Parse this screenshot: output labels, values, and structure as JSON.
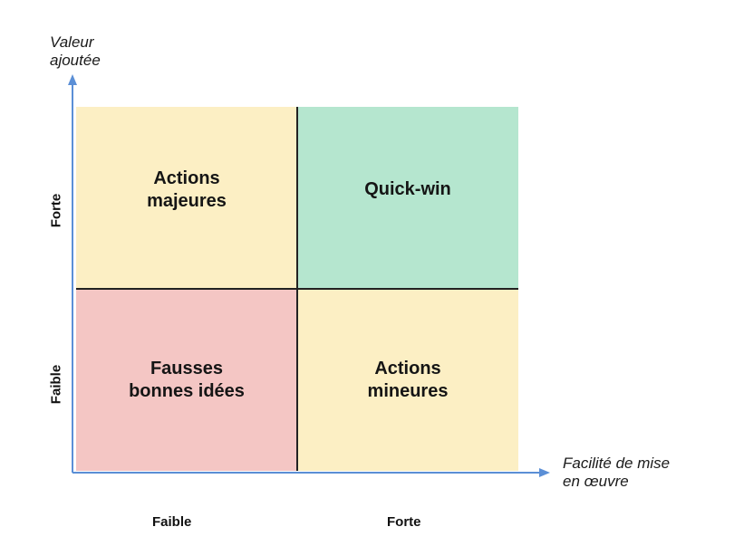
{
  "axes": {
    "y_title": "Valeur\najoutée",
    "x_title": "Facilité de mise\nen œuvre",
    "x_ticks": {
      "low": "Faible",
      "high": "Forte"
    },
    "y_ticks": {
      "low": "Faible",
      "high": "Forte"
    },
    "axis_color": "#5b8fd6"
  },
  "quadrants": {
    "top_left": {
      "label": "Actions\nmajeures",
      "color": "#fcefc4"
    },
    "top_right": {
      "label": "Quick-win",
      "color": "#b5e6cf"
    },
    "bottom_left": {
      "label": "Fausses\nbonnes idées",
      "color": "#f4c6c4"
    },
    "bottom_right": {
      "label": "Actions\nmineures",
      "color": "#fcefc4"
    }
  }
}
